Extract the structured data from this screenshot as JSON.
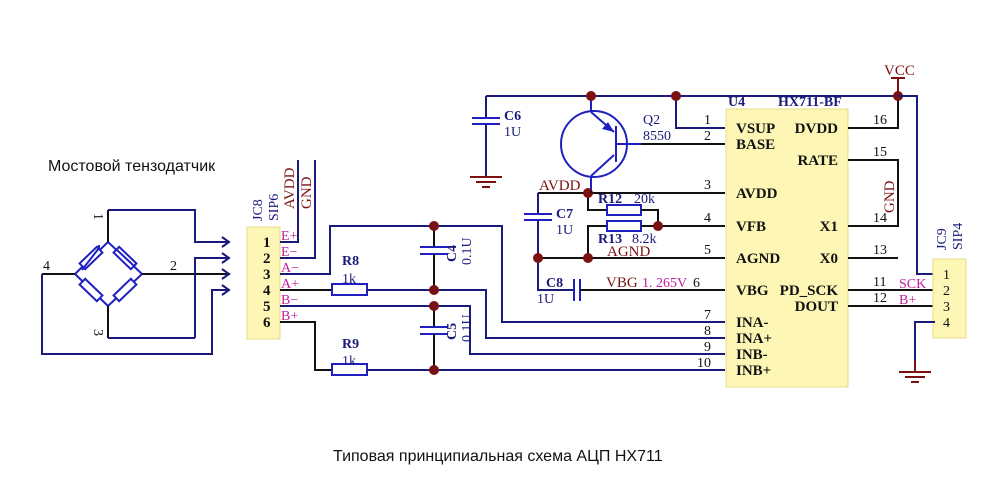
{
  "title": "Мостовой тензодатчик",
  "caption": "Типовая принципиальная схема АЦП HX711",
  "colors": {
    "wire": "#1a1a7a",
    "net_label": "#7a1010",
    "signal_label": "#c020a0",
    "chip_fill": "#fdf6b5",
    "component": "#2020c0"
  },
  "bridge": {
    "name": "Мостовой тензодатчик",
    "nodes": [
      "1",
      "2",
      "3",
      "4"
    ]
  },
  "jc8": {
    "ref": "JC8",
    "type": "SIP6",
    "pins": [
      {
        "num": "1",
        "signal": "E+"
      },
      {
        "num": "2",
        "signal": "E−"
      },
      {
        "num": "3",
        "signal": "A−"
      },
      {
        "num": "4",
        "signal": "A+"
      },
      {
        "num": "5",
        "signal": "B−"
      },
      {
        "num": "6",
        "signal": "B+"
      }
    ],
    "power_nets": {
      "avdd": "AVDD",
      "gnd": "GND"
    }
  },
  "components": {
    "r8": {
      "ref": "R8",
      "value": "1k"
    },
    "r9": {
      "ref": "R9",
      "value": "1k"
    },
    "c4": {
      "ref": "C4",
      "value": "0.1U"
    },
    "c5": {
      "ref": "C5",
      "value": "0.1U"
    },
    "c6": {
      "ref": "C6",
      "value": "1U"
    },
    "c7": {
      "ref": "C7",
      "value": "1U"
    },
    "c8": {
      "ref": "C8",
      "value": "1U"
    },
    "r12": {
      "ref": "R12",
      "value": "20k"
    },
    "r13": {
      "ref": "R13",
      "value": "8.2k"
    },
    "q2": {
      "ref": "Q2",
      "value": "8550"
    }
  },
  "nets": {
    "avdd": "AVDD",
    "agnd": "AGND",
    "vbg": "VBG",
    "vbg_value": "1. 265V",
    "vcc": "VCC",
    "gnd": "GND"
  },
  "u4": {
    "ref": "U4",
    "part": "HX711-BF",
    "left_pins": [
      {
        "num": "1",
        "name": "VSUP"
      },
      {
        "num": "2",
        "name": "BASE"
      },
      {
        "num": "3",
        "name": "AVDD"
      },
      {
        "num": "4",
        "name": "VFB"
      },
      {
        "num": "5",
        "name": "AGND"
      },
      {
        "num": "6",
        "name": "VBG"
      },
      {
        "num": "7",
        "name": "INA-"
      },
      {
        "num": "8",
        "name": "INA+"
      },
      {
        "num": "9",
        "name": "INB-"
      },
      {
        "num": "10",
        "name": "INB+"
      }
    ],
    "right_pins": [
      {
        "num": "16",
        "name": "DVDD"
      },
      {
        "num": "15",
        "name": "RATE"
      },
      {
        "num": "14",
        "name": "X1"
      },
      {
        "num": "13",
        "name": "X0"
      },
      {
        "num": "11",
        "name": "PD_SCK"
      },
      {
        "num": "12",
        "name": "DOUT"
      }
    ]
  },
  "jc9": {
    "ref": "JC9",
    "type": "SIP4",
    "pins": [
      "1",
      "2",
      "3",
      "4"
    ],
    "signals": {
      "sck": "SCK",
      "bplus": "B+"
    }
  }
}
